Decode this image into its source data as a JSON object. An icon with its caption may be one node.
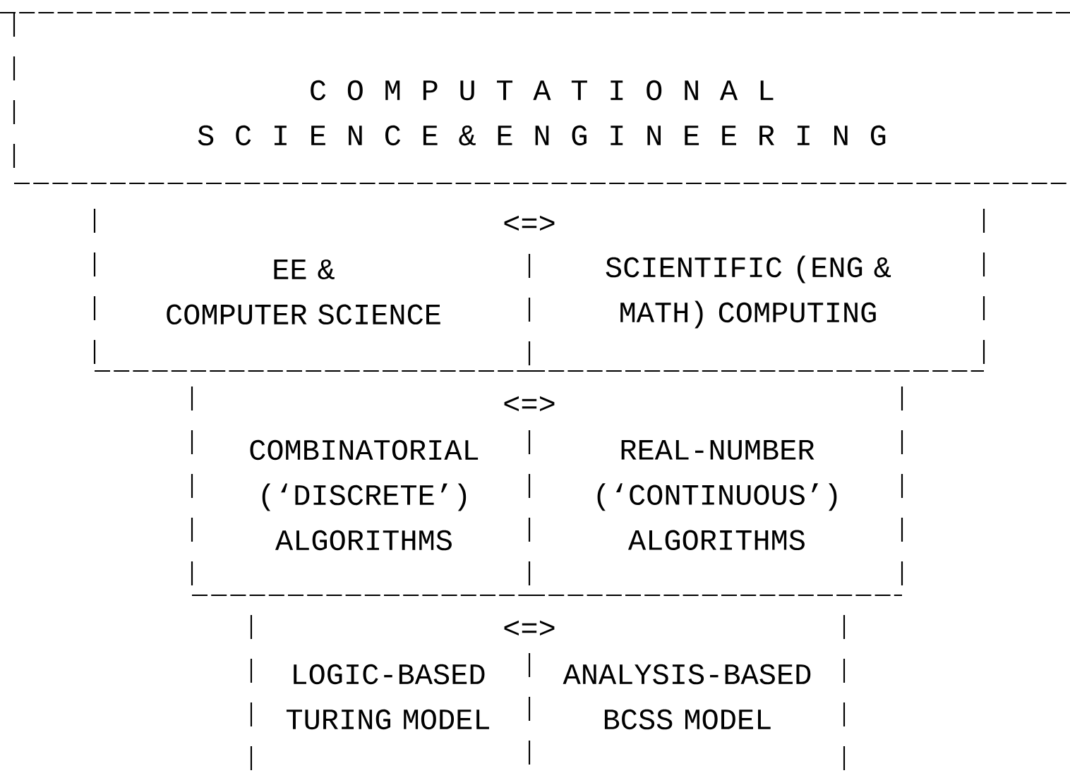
{
  "diagram": {
    "nodes": [
      {
        "text": [
          "C O M P U T A T I O N A L S C I E N C E & E N G I N E E R I N G"
        ]
      },
      {
        "text": [
          "EE & COMPUTER SCIENCE"
        ]
      },
      {
        "text": [
          "SCIENTIFIC (ENG & MATH) COMPUTING"
        ]
      },
      {
        "text": [
          "COMBINATORIAL (‘DISCRETE’) ALGORITHMS"
        ]
      },
      {
        "text": [
          "REAL-NUMBER (‘CONTINUOUS’) ALGORITHMS"
        ]
      },
      {
        "text": [
          "LOGIC-BASED TURING MODEL"
        ]
      },
      {
        "text": [
          "ANALYSIS-BASED BCSS MODEL"
        ]
      }
    ],
    "labels": [
      "<=>",
      "<=>",
      "<=>"
    ]
  }
}
